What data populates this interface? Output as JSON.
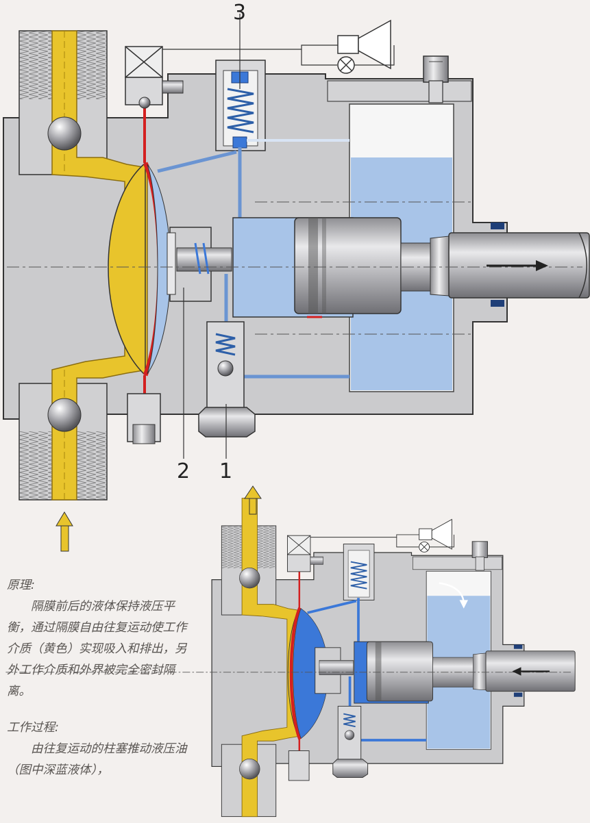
{
  "callouts": {
    "one": "1",
    "two": "2",
    "three": "3"
  },
  "principle": {
    "heading": "原理:",
    "text": "隔膜前后的液体保持液压平衡，通过隔膜自由往复运动使工作介质（黄色）实现吸入和排出，另外工作介质和外界被完全密封隔离。"
  },
  "process": {
    "heading": "工作过程:",
    "text": "由往复运动的柱塞推动液压油（图中深蓝液体），"
  },
  "colors": {
    "working_medium": "#e8c42c",
    "hydraulic_oil": "#a8c4e8",
    "hydraulic_oil_dark": "#3b78d8",
    "diaphragm": "#d42020",
    "housing": "#c9c9cb",
    "background": "#f3f0ee"
  },
  "icons": {
    "flow_arrow_top": "arrow-down-icon",
    "flow_arrow_bottom": "arrow-up-icon",
    "plunger_direction_top": "arrow-right-icon",
    "plunger_direction_bottom": "arrow-left-icon",
    "actuator": "solenoid-icon",
    "lamp": "lamp-icon"
  }
}
